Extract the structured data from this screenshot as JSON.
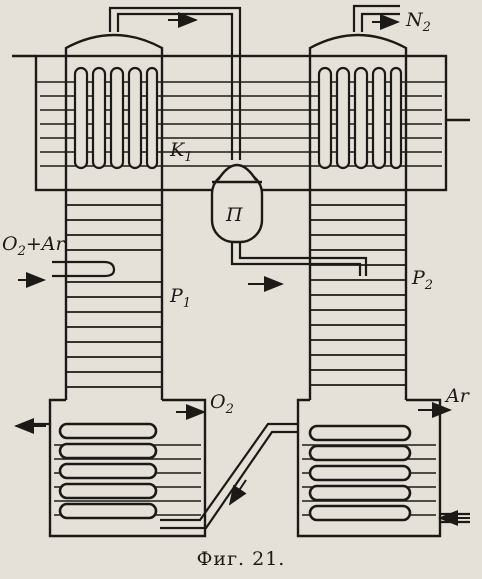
{
  "figure": {
    "caption": "Фиг. 21."
  },
  "labels": {
    "nitrogen": {
      "main": "N",
      "sub": "2"
    },
    "condenser": {
      "main": "K",
      "sub": "1"
    },
    "separator": {
      "main": "П"
    },
    "feed": {
      "main": "O",
      "sub": "2",
      "rest": "+Ar"
    },
    "column1": {
      "main": "P",
      "sub": "1"
    },
    "column2": {
      "main": "P",
      "sub": "2"
    },
    "oxygen": {
      "main": "O",
      "sub": "2"
    },
    "argon": {
      "main": "Ar"
    }
  },
  "colors": {
    "ink": "#1c1a17",
    "paper": "#e6e1d8"
  }
}
